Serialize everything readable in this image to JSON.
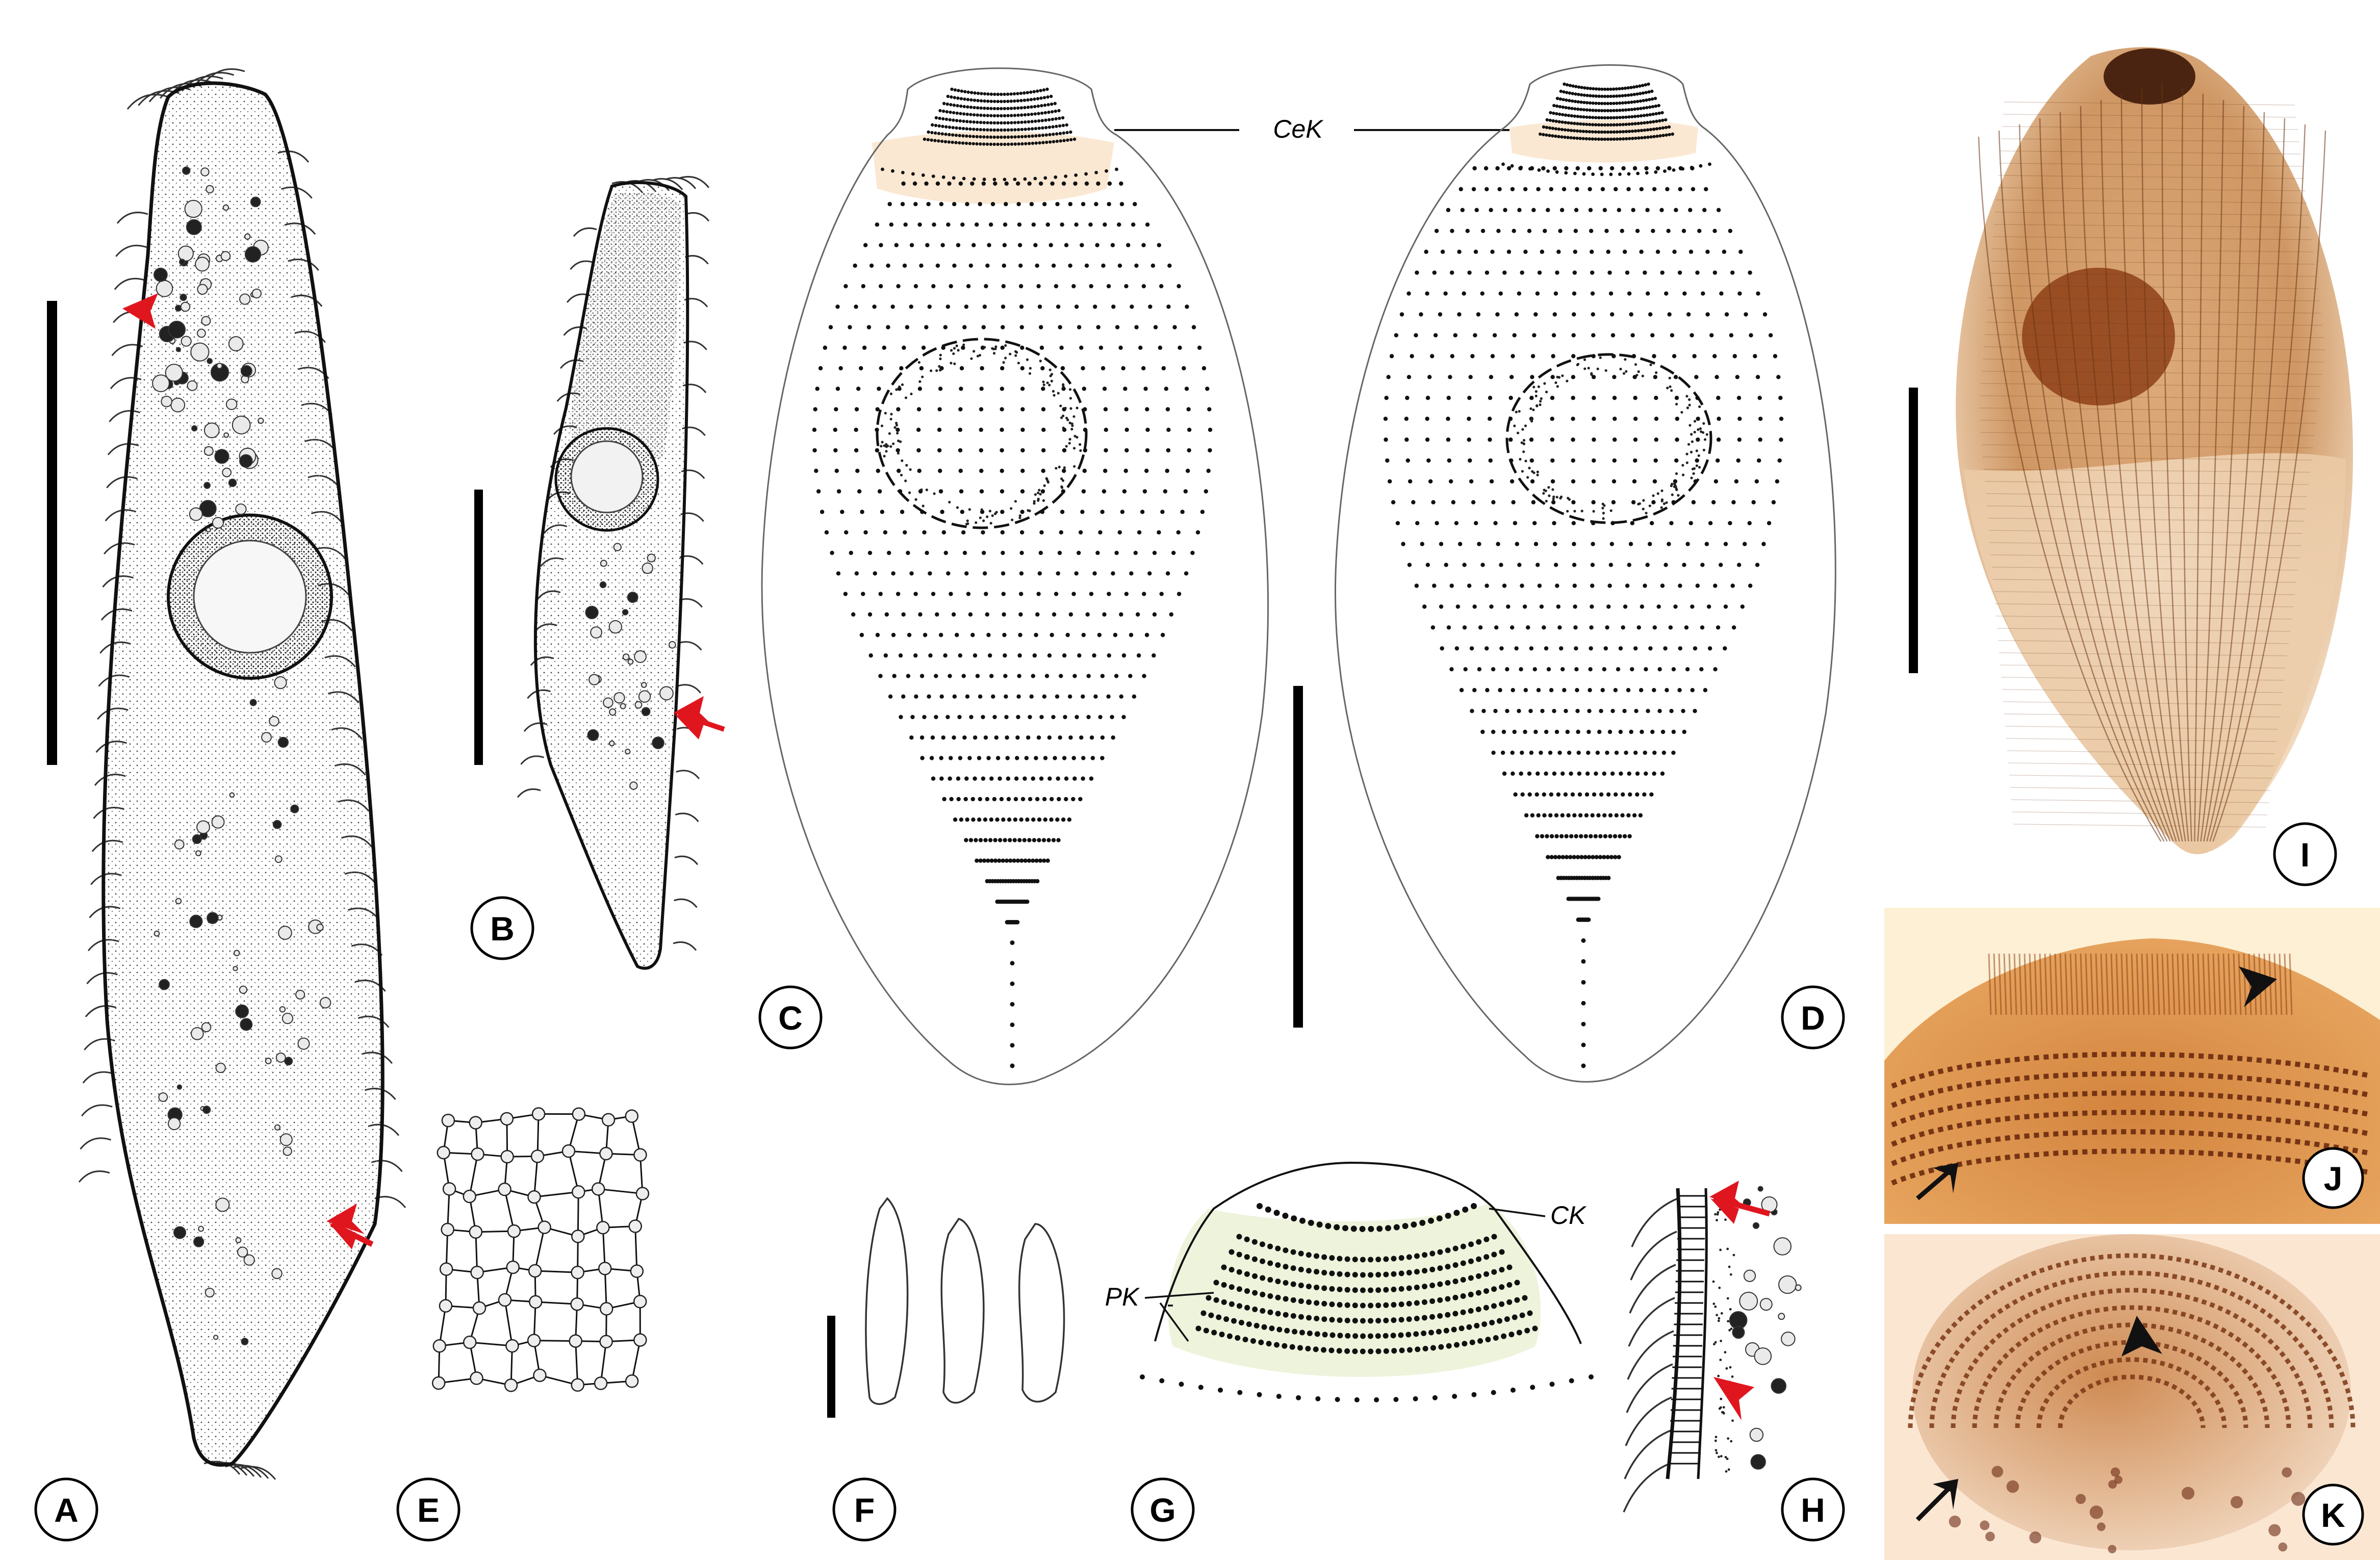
{
  "panels": [
    {
      "id": "A",
      "label": "A"
    },
    {
      "id": "B",
      "label": "B"
    },
    {
      "id": "C",
      "label": "C"
    },
    {
      "id": "D",
      "label": "D"
    },
    {
      "id": "E",
      "label": "E"
    },
    {
      "id": "F",
      "label": "F"
    },
    {
      "id": "G",
      "label": "G"
    },
    {
      "id": "H",
      "label": "H"
    },
    {
      "id": "I",
      "label": "I"
    },
    {
      "id": "J",
      "label": "J"
    },
    {
      "id": "K",
      "label": "K"
    }
  ],
  "annotations": {
    "cek": "CeK",
    "pk": "PK",
    "ck": "CK"
  },
  "colors": {
    "ink": "#111111",
    "arrow_red": "#e0161f",
    "cek_band": "#fbe8d3",
    "pk_band": "#eef3dc",
    "stain_dark": "#8a3a12",
    "stain_mid": "#c77a3c",
    "stain_light": "#efcfa6"
  }
}
